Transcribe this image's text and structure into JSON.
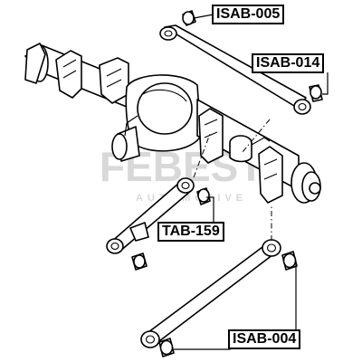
{
  "watermark": {
    "brand": "FEBEST",
    "tagline": "AUTOMOTIVE"
  },
  "callouts": [
    {
      "id": "isab-005",
      "label": "ISAB-005"
    },
    {
      "id": "isab-014",
      "label": "ISAB-014"
    },
    {
      "id": "tab-159",
      "label": "TAB-159"
    },
    {
      "id": "isab-004",
      "label": "ISAB-004"
    }
  ]
}
